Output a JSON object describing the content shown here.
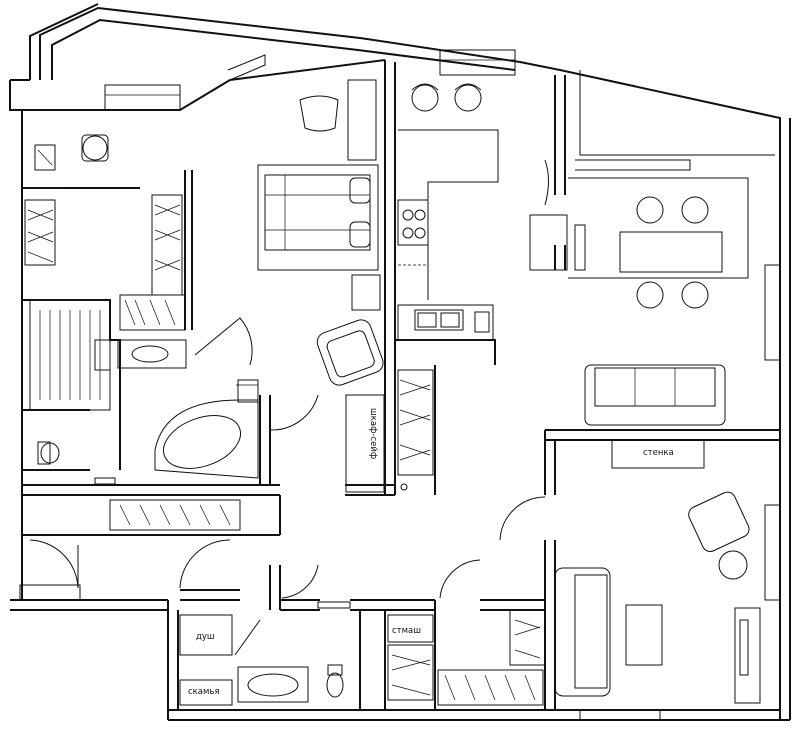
{
  "labels": {
    "wall_unit": "стенка",
    "safe_cabinet": "шкаф-сейф",
    "shower": "душ",
    "bench": "скамья",
    "washing_machine": "стмаш"
  }
}
